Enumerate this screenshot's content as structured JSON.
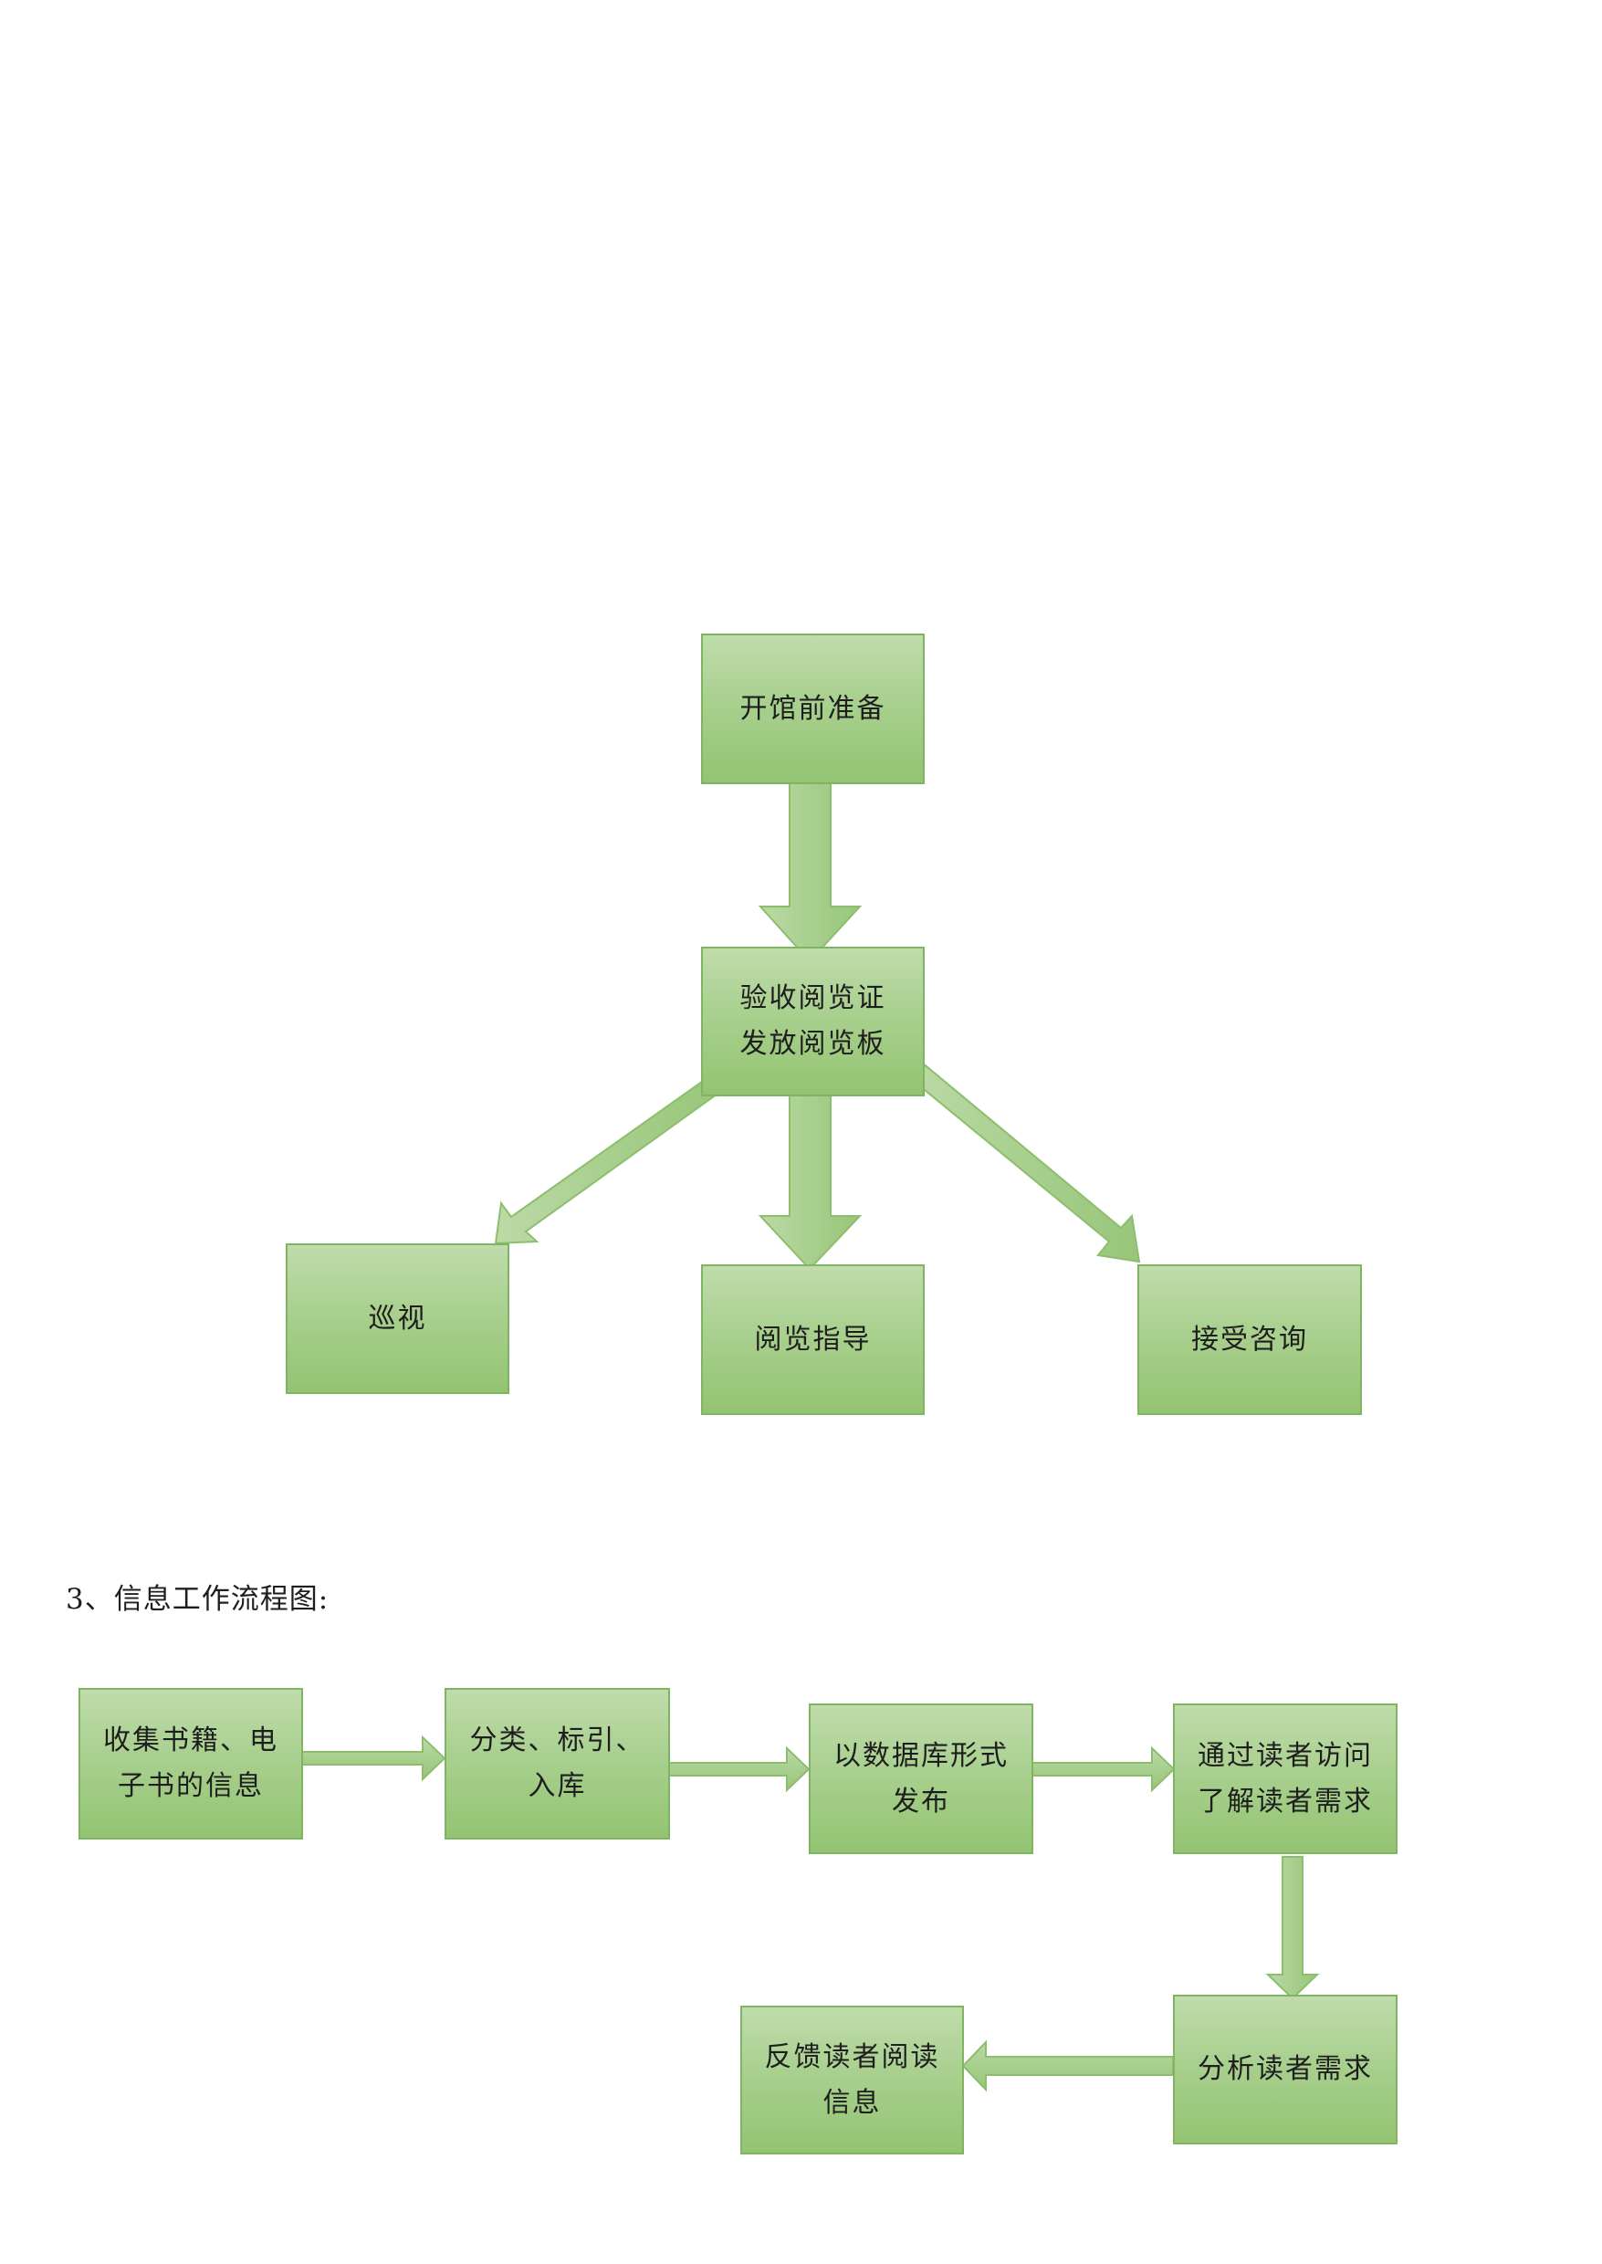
{
  "diagram1": {
    "nodes": {
      "open_prep": [
        "开馆前准备"
      ],
      "verify": [
        "验收阅览证",
        "发放阅览板"
      ],
      "patrol": [
        "巡视"
      ],
      "guide": [
        "阅览指导"
      ],
      "consult": [
        "接受咨询"
      ]
    }
  },
  "section": {
    "title": "3、信息工作流程图:"
  },
  "diagram2": {
    "nodes": {
      "collect": [
        "收集书籍、电",
        "子书的信息"
      ],
      "classify": [
        "分类、标引、",
        "入库"
      ],
      "publish": [
        "以数据库形式",
        "发布"
      ],
      "visit": [
        "通过读者访问",
        "了解读者需求"
      ],
      "analyze": [
        "分析读者需求"
      ],
      "feedback": [
        "反馈读者阅读",
        "信息"
      ]
    }
  },
  "colors": {
    "box_fill_top": "#bfdcab",
    "box_fill_bottom": "#93c472",
    "box_border": "#7fb463",
    "arrow_fill": "#a8cf8e",
    "arrow_edge": "#8cbe6e"
  }
}
